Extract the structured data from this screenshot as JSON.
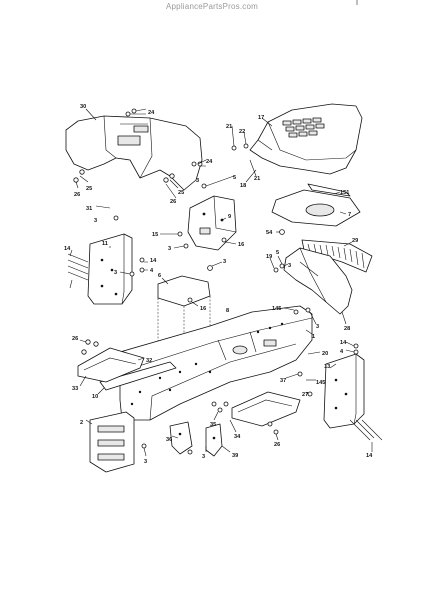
{
  "watermark": "AppliancePartsPros.com",
  "callouts": [
    {
      "id": "30"
    },
    {
      "id": "24"
    },
    {
      "id": "24"
    },
    {
      "id": "25"
    },
    {
      "id": "26"
    },
    {
      "id": "31"
    },
    {
      "id": "25"
    },
    {
      "id": "26"
    },
    {
      "id": "3"
    },
    {
      "id": "21"
    },
    {
      "id": "22"
    },
    {
      "id": "17"
    },
    {
      "id": "21"
    },
    {
      "id": "18"
    },
    {
      "id": "3"
    },
    {
      "id": "5"
    },
    {
      "id": "151"
    },
    {
      "id": "7"
    },
    {
      "id": "54"
    },
    {
      "id": "29"
    },
    {
      "id": "9"
    },
    {
      "id": "15"
    },
    {
      "id": "16"
    },
    {
      "id": "3"
    },
    {
      "id": "6"
    },
    {
      "id": "3"
    },
    {
      "id": "16"
    },
    {
      "id": "14"
    },
    {
      "id": "11"
    },
    {
      "id": "14"
    },
    {
      "id": "4"
    },
    {
      "id": "3"
    },
    {
      "id": "19"
    },
    {
      "id": "5"
    },
    {
      "id": "3"
    },
    {
      "id": "28"
    },
    {
      "id": "145"
    },
    {
      "id": "3"
    },
    {
      "id": "8"
    },
    {
      "id": "1"
    },
    {
      "id": "20"
    },
    {
      "id": "26"
    },
    {
      "id": "32"
    },
    {
      "id": "33"
    },
    {
      "id": "10"
    },
    {
      "id": "14"
    },
    {
      "id": "4"
    },
    {
      "id": "13"
    },
    {
      "id": "37"
    },
    {
      "id": "145"
    },
    {
      "id": "27"
    },
    {
      "id": "2"
    },
    {
      "id": "3"
    },
    {
      "id": "35"
    },
    {
      "id": "34"
    },
    {
      "id": "36"
    },
    {
      "id": "3"
    },
    {
      "id": "39"
    },
    {
      "id": "26"
    },
    {
      "id": "14"
    }
  ]
}
